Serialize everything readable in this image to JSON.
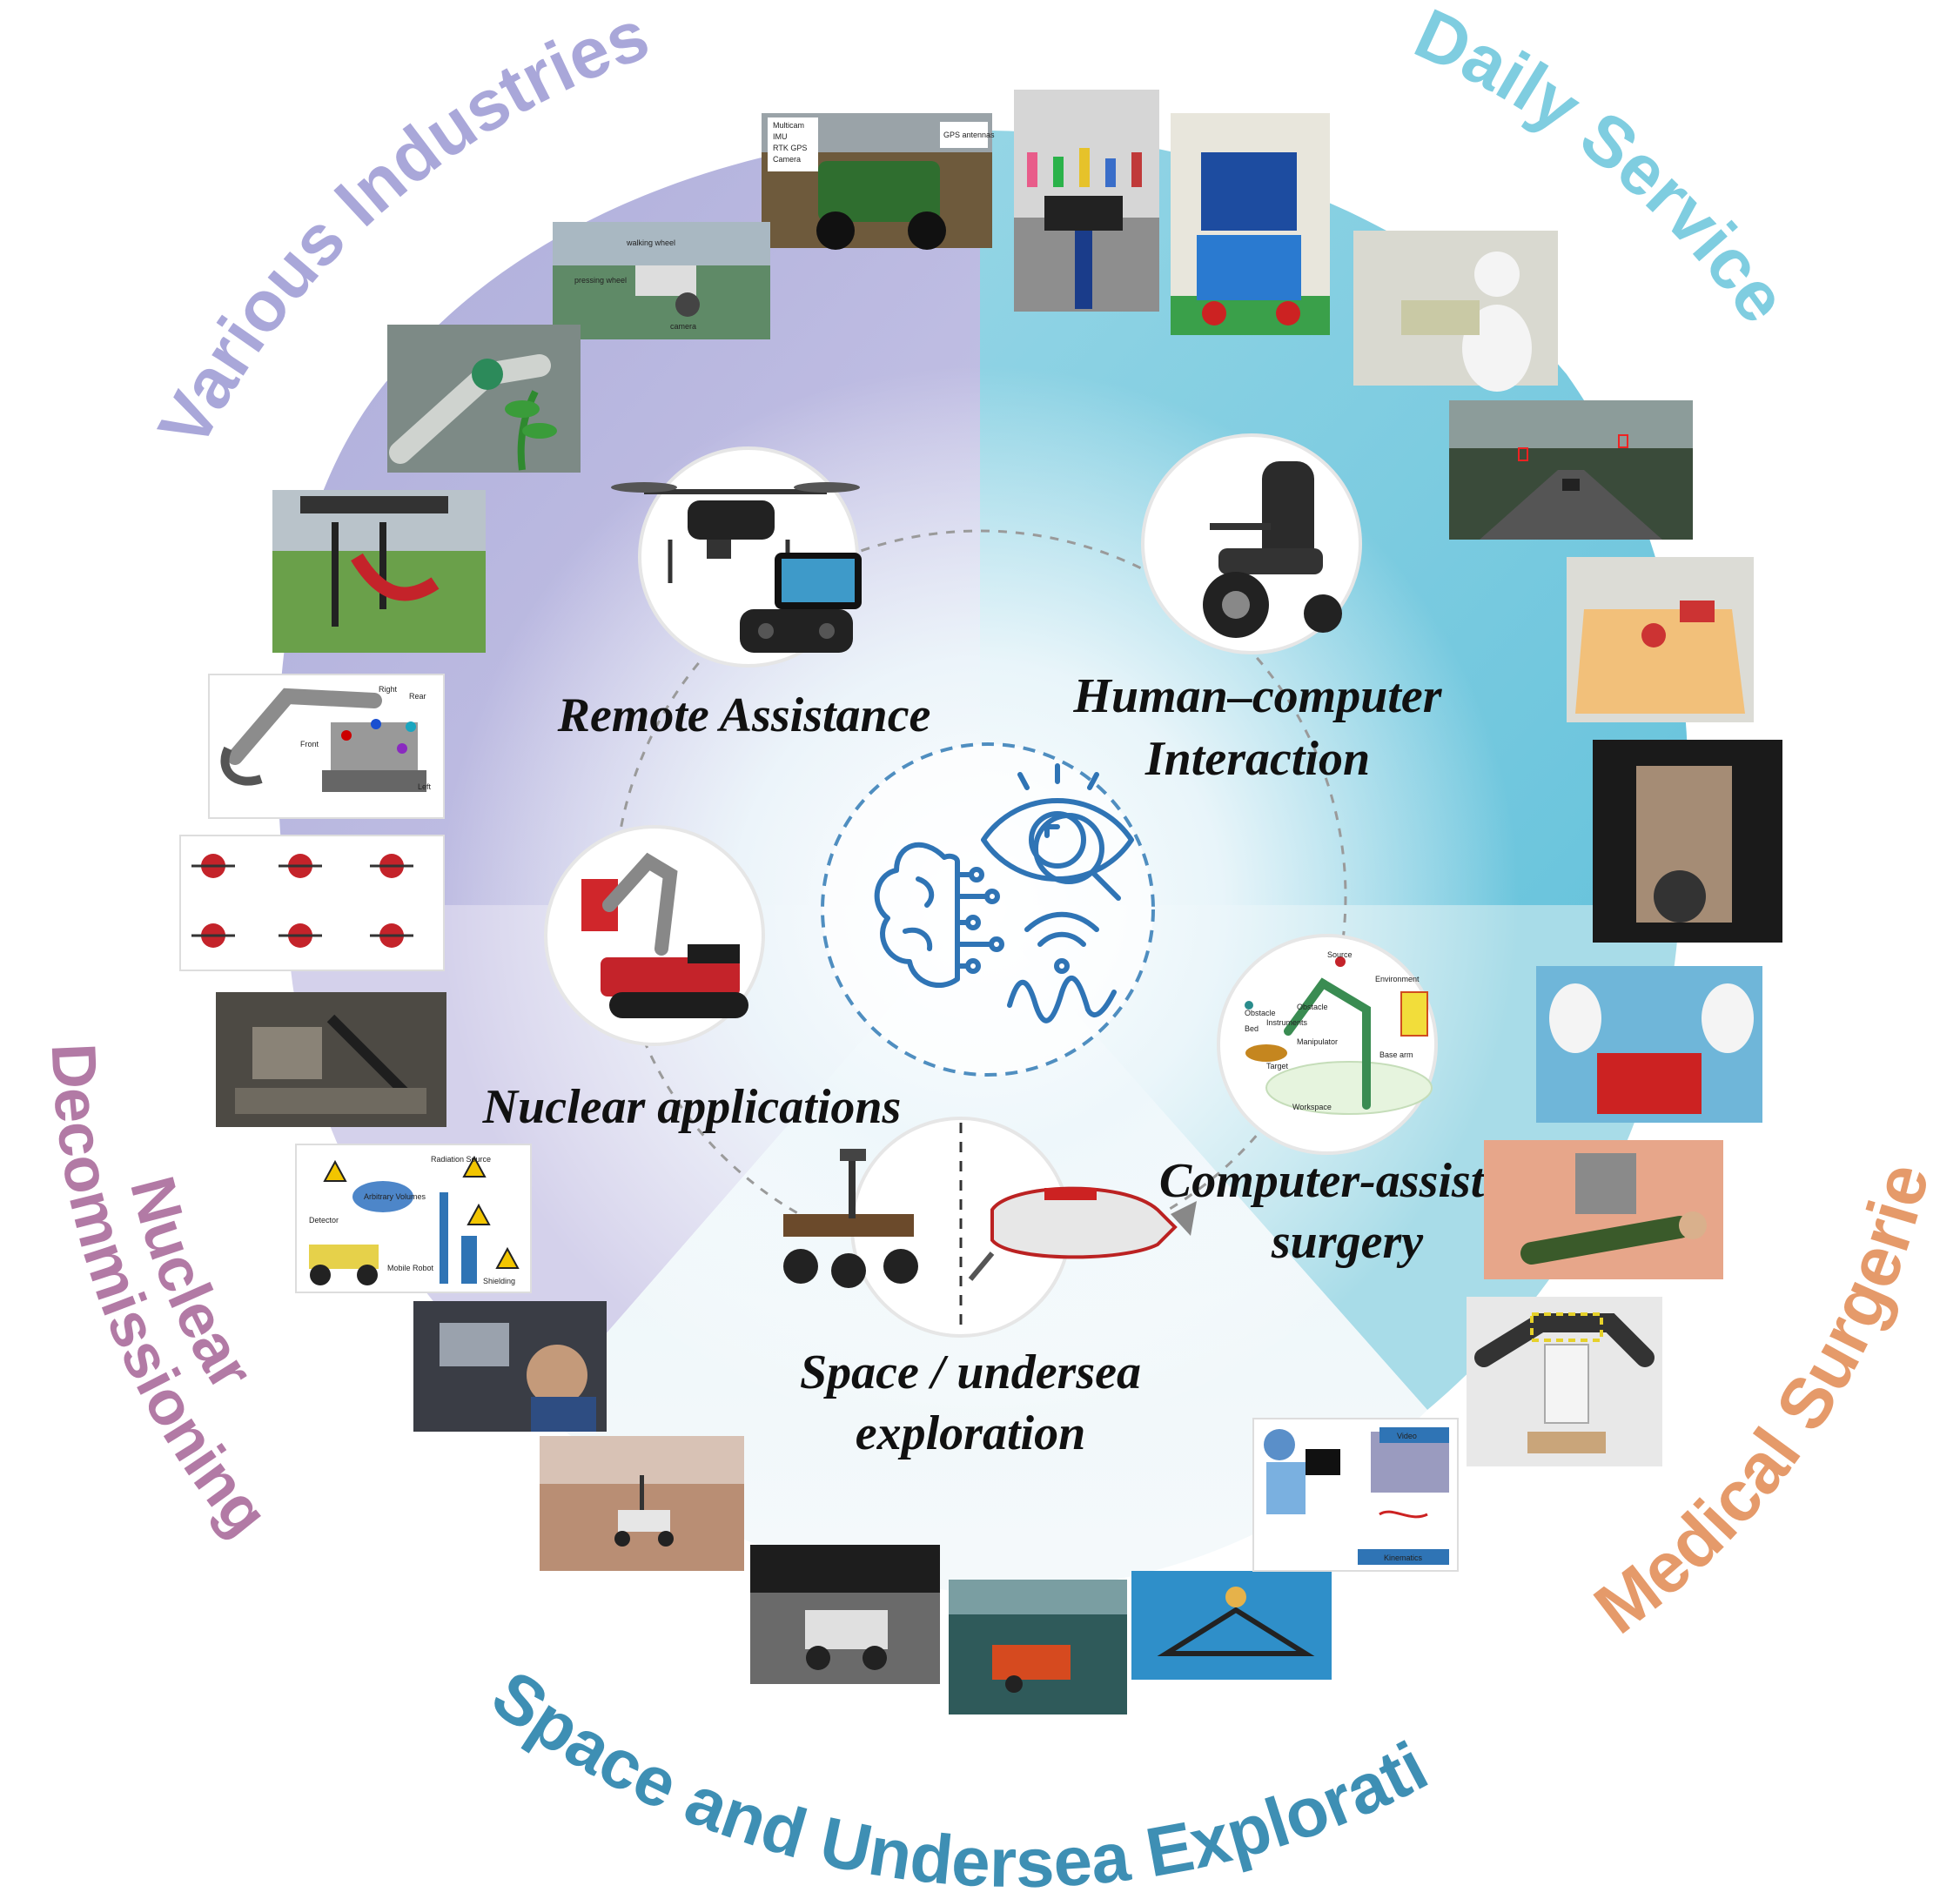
{
  "categories": {
    "various_industries": {
      "label": "Various Industries",
      "color": "#a9a7d9"
    },
    "daily_service": {
      "label": "Daily Service",
      "color": "#7fcde0"
    },
    "medical_surgeries": {
      "label": "Medical Surgeries",
      "color": "#e59a6a"
    },
    "space_undersea": {
      "label": "Space and Undersea Exploration",
      "color": "#3e8fb4"
    },
    "nuclear_decommissioning": {
      "label_line1": "Nuclear",
      "label_line2": "Decommissioning",
      "color": "#b27aa5"
    }
  },
  "applications": {
    "remote_assistance": {
      "label": "Remote Assistance"
    },
    "hci": {
      "label_line1": "Human–computer",
      "label_line2": "Interaction"
    },
    "nuclear_applications": {
      "label": "Nuclear applications"
    },
    "cas": {
      "label_line1": "Computer-assisted",
      "label_line2": "surgery"
    },
    "space_undersea": {
      "label_line1": "Space / undersea",
      "label_line2": "exploration"
    }
  },
  "photo_texts": {
    "utility_vehicle": [
      "Multicam",
      "IMU",
      "RTK GPS",
      "Camera",
      "GPS antennas"
    ],
    "aerial_manipulator": [
      "walking wheel",
      "pressing wheel",
      "camera"
    ],
    "excavator": [
      "Right",
      "Rear",
      "Front",
      "Left"
    ],
    "radiation_map": [
      "Radiation Source",
      "Arbitrary Volumes",
      "Detector",
      "Mobile Robot",
      "Shielding"
    ],
    "surgical_arm": [
      "Source",
      "Environment",
      "Bed",
      "Obstacle",
      "Obstacle",
      "Instruments",
      "Base arm",
      "Manipulator",
      "Target",
      "Workspace"
    ],
    "teleop_video": [
      "Video",
      "Kinematics"
    ]
  },
  "center_icon": "brain-eye-signal-icon"
}
